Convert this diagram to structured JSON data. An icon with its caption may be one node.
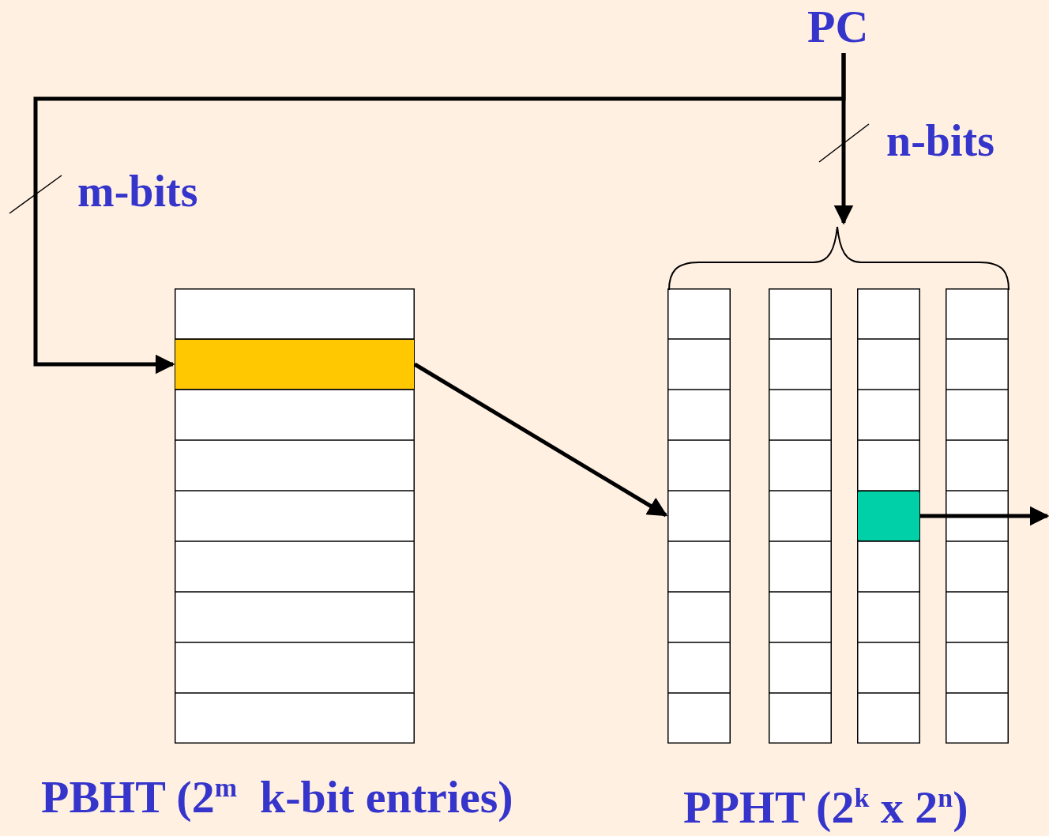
{
  "diagram": {
    "nodes": [
      {
        "text": [
          "PC"
        ]
      },
      {
        "text": [
          "PBHT (2$^{m}$  k-bit entries)"
        ]
      },
      {
        "text": [],
        "shape": "bar",
        "in": 1
      },
      {
        "text": [
          "PPHT (2$^{k}$ x 2$^{n}$)"
        ]
      },
      {
        "text": [],
        "shape": "box",
        "in": 3
      }
    ],
    "edges": [
      {
        "from": 0,
        "to": 2,
        "arrow": "to",
        "label": "m-bits"
      },
      {
        "from": 0,
        "to": 3,
        "arrow": "to",
        "label": "n-bits"
      },
      {
        "from": 2,
        "to": 3,
        "arrow": "to"
      },
      {
        "from": 4,
        "to": null,
        "arrow": "to"
      }
    ]
  }
}
